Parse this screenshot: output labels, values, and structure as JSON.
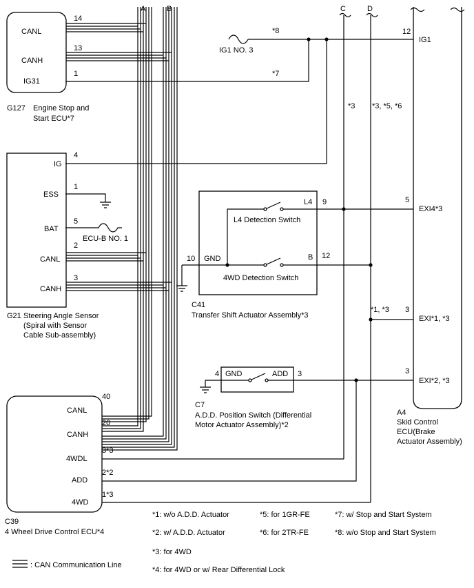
{
  "bus_labels": {
    "a": "A",
    "b": "B",
    "c": "C",
    "d": "D"
  },
  "g127": {
    "canl": "CANL",
    "canh": "CANH",
    "ig31": "IG31",
    "pin_canl": "14",
    "pin_canh": "13",
    "pin_ig31": "1",
    "code": "G127",
    "name_line1": "Engine Stop and",
    "name_line2": "Start ECU*7"
  },
  "fuse_ig1": {
    "label": "IG1 NO. 3",
    "note_top": "*8",
    "note_ig31": "*7"
  },
  "g21": {
    "ig": "IG",
    "ess": "ESS",
    "bat": "BAT",
    "canl": "CANL",
    "canh": "CANH",
    "pin_ig": "4",
    "pin_ess": "1",
    "pin_bat": "5",
    "pin_canl": "2",
    "pin_canh": "3",
    "code": "G21",
    "name_line1": "Steering Angle Sensor",
    "name_line2": "(Spiral with Sensor",
    "name_line3": "Cable Sub-assembly)"
  },
  "fuse_ecub": {
    "label": "ECU-B NO. 1"
  },
  "c41": {
    "l4": "L4",
    "b": "B",
    "gnd": "GND",
    "pin_l4": "9",
    "pin_b": "12",
    "pin_gnd": "10",
    "switch1": "L4 Detection Switch",
    "switch2": "4WD Detection Switch",
    "code": "C41",
    "name": "Transfer Shift Actuator Assembly*3"
  },
  "c7": {
    "gnd": "GND",
    "add": "ADD",
    "pin_gnd": "4",
    "pin_add": "3",
    "code": "C7",
    "name_line1": "A.D.D. Position Switch (Differential",
    "name_line2": "Motor Actuator Assembly)*2"
  },
  "a4": {
    "ig1": "IG1",
    "exi4": "EXI4*3",
    "exi1": "EXI*1, *3",
    "exi2": "EXI*2, *3",
    "pin_ig1": "12",
    "pin_exi4": "5",
    "pin_exi1": "3",
    "pin_exi2": "3",
    "code": "A4",
    "name_line1": "Skid Control",
    "name_line2": "ECU(Brake",
    "name_line3": "Actuator Assembly)"
  },
  "c39": {
    "canl": "CANL",
    "canh": "CANH",
    "wdl": "4WDL",
    "add": "ADD",
    "wd": "4WD",
    "pin_canl": "40",
    "pin_canh": "20",
    "pin_wdl": "3*3",
    "pin_add": "2*2",
    "pin_wd": "1*3",
    "code": "C39",
    "name": "4 Wheel Drive Control ECU*4"
  },
  "wire_notes": {
    "c_note": "*3",
    "d_note": "*3, *5, *6",
    "exi1_note": "*1, *3"
  },
  "legend": {
    "can_line": ": CAN Communication Line",
    "n1": "*1: w/o A.D.D. Actuator",
    "n2": "*2: w/ A.D.D. Actuator",
    "n3": "*3: for 4WD",
    "n4": "*4: for 4WD or w/ Rear Differential Lock",
    "n5": "*5: for 1GR-FE",
    "n6": "*6: for 2TR-FE",
    "n7": "*7: w/ Stop and Start System",
    "n8": "*8: w/o Stop and Start System"
  }
}
